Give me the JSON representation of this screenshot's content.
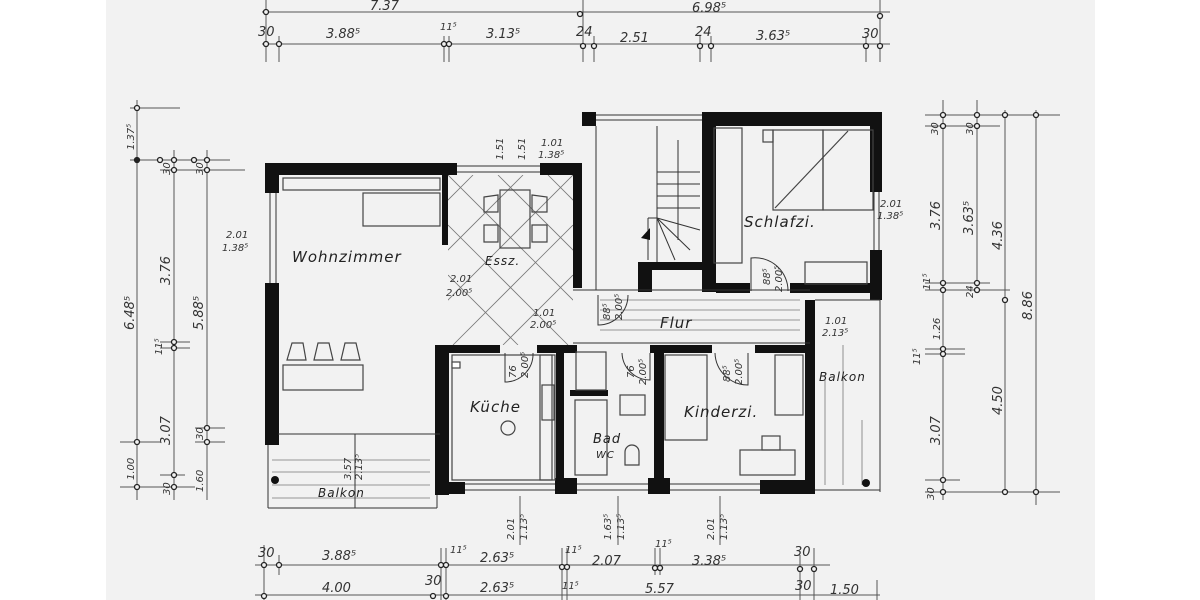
{
  "drawing": {
    "type": "floor-plan",
    "paper_color": "#f2f2f2",
    "ink_color": "#111111"
  },
  "rooms": {
    "wohnzimmer": "Wohnzimmer",
    "essen": "Essz.",
    "schlafzimmer": "Schlafzi.",
    "flur": "Flur",
    "kueche": "Küche",
    "bad": "Bad",
    "wc": "WC",
    "kinderzimmer": "Kinderzi.",
    "balkon_left": "Balkon",
    "balkon_right": "Balkon"
  },
  "dims_top": {
    "overall_left": "7.37",
    "overall_right": "6.98⁵",
    "row": [
      "30",
      "3.88⁵",
      "11⁵",
      "3.13⁵",
      "24",
      "2.51",
      "24",
      "3.63⁵",
      "30"
    ]
  },
  "dims_bottom": {
    "row1": [
      "30",
      "3.88⁵",
      "11⁵",
      "2.63⁵",
      "11⁵",
      "2.07",
      "11⁵",
      "3.38⁵",
      "30"
    ],
    "row2": [
      "4.00",
      "30",
      "2.63⁵",
      "11⁵",
      "5.57",
      "30",
      "1.50"
    ]
  },
  "dims_left": {
    "outer": [
      "1.37⁵",
      "6.48⁵",
      "1.00"
    ],
    "middle": [
      "30",
      "3.76",
      "11⁵",
      "3.07",
      "30"
    ],
    "inner": [
      "30",
      "5.88⁵",
      "30",
      "1.60"
    ]
  },
  "dims_right": {
    "col1": [
      "30",
      "3.76",
      "11⁵",
      "1.26",
      "11⁵",
      "3.07",
      "30"
    ],
    "col2": [
      "30",
      "3.63⁵",
      "24"
    ],
    "col3": [
      "4.36",
      "4.50"
    ],
    "col4": [
      "8.86"
    ]
  },
  "openings": {
    "wohn_window": [
      "2.01",
      "1.38⁵"
    ],
    "ess_top": [
      "1.51",
      "1.51"
    ],
    "ess_window": [
      "1.01",
      "1.38⁵"
    ],
    "wohn_ess": [
      "2.01",
      "2.00⁵"
    ],
    "ess_flur": [
      "1.01",
      "2.00⁵"
    ],
    "schlaf_window": [
      "2.01",
      "1.38⁵"
    ],
    "schlaf_door": [
      "88⁵",
      "2.00⁵"
    ],
    "flur_door": [
      "88⁵",
      "2.00⁵"
    ],
    "flur_balkon": [
      "1.01",
      "2.13⁵"
    ],
    "kueche_door": [
      "76",
      "2.00⁵"
    ],
    "bad_door": [
      "76",
      "2.00⁵"
    ],
    "kinder_door": [
      "88⁵",
      "2.00⁵"
    ],
    "balkon_left": [
      "3.57",
      "2.13⁵"
    ],
    "kueche_window": [
      "2.01",
      "1.13⁵"
    ],
    "bad_window": [
      "1.63⁵",
      "1.13⁵"
    ],
    "kinder_window": [
      "2.01",
      "1.13⁵"
    ]
  }
}
